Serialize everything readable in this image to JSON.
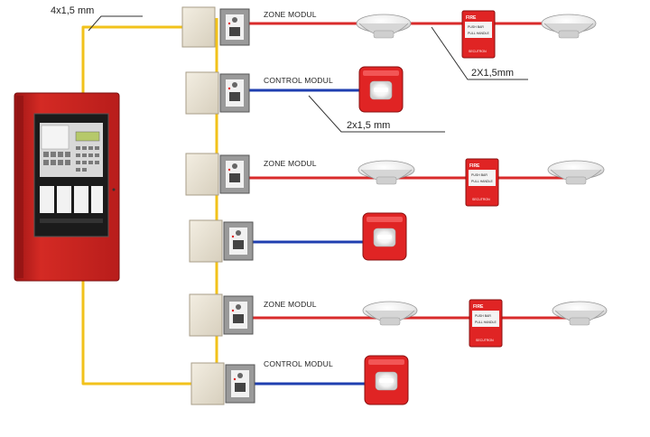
{
  "labels": {
    "main_bus": "4x1,5 mm",
    "zone_loop": "2X1,5mm",
    "control_loop": "2x1,5 mm",
    "zone_module": "ZONE MODUL",
    "control_module": "CONTROL MODUL",
    "station_fire": "FIRE",
    "station_push": "PUSH BAR",
    "station_pull": "PULL HANDLE",
    "station_brand": "SECUTRON"
  },
  "colors": {
    "bus_wire": "#f2c21b",
    "zone_wire": "#d92b2b",
    "control_wire": "#1f3fb0",
    "panel_red": "#c8201f",
    "device_red": "#e02424"
  },
  "icons": {
    "panel": "fire-alarm-control-panel",
    "module": "addressable-module",
    "detector": "smoke-detector",
    "station": "manual-call-point",
    "sounder": "horn-strobe"
  }
}
